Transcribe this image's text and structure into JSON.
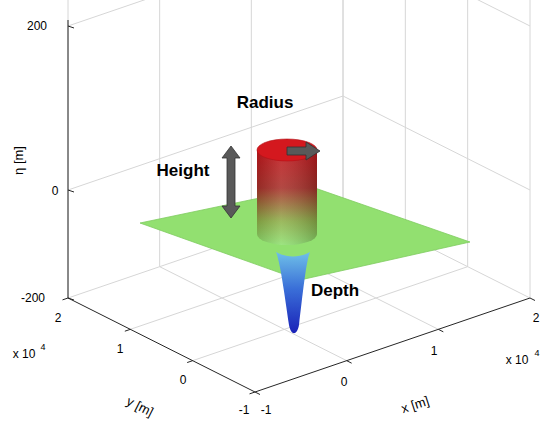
{
  "diagram": {
    "labels": [
      "200",
      "0",
      "-200",
      "η [m]",
      "Radius",
      "Height",
      "Depth",
      "2",
      "1",
      "0",
      "-1",
      "x 10",
      "4",
      "y [m]",
      "-1",
      "0",
      "1",
      "2",
      "x [m]",
      "x 10",
      "4"
    ]
  }
}
